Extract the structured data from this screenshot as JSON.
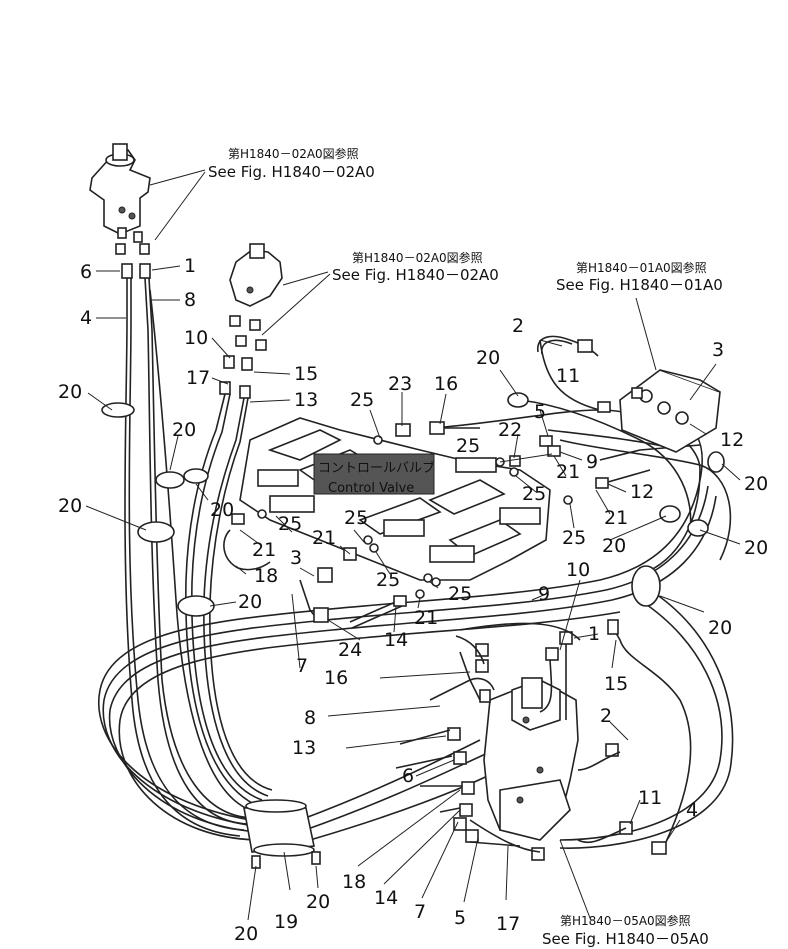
{
  "references": [
    {
      "id": "ref-h1840-02a0-a",
      "jp": "第H1840－02A0図参照",
      "en": "See Fig. H1840－02A0"
    },
    {
      "id": "ref-h1840-02a0-b",
      "jp": "第H1840－02A0図参照",
      "en": "See Fig. H1840－02A0"
    },
    {
      "id": "ref-h1840-01a0",
      "jp": "第H1840－01A0図参照",
      "en": "See Fig. H1840－01A0"
    },
    {
      "id": "ref-h1840-05a0",
      "jp": "第H1840－05A0図参照",
      "en": "See Fig. H1840－05A0"
    }
  ],
  "control_valve": {
    "jp": "コントロールバルブ",
    "en": "Control Valve"
  },
  "callouts": [
    "1",
    "2",
    "3",
    "4",
    "5",
    "6",
    "7",
    "8",
    "9",
    "10",
    "11",
    "12",
    "13",
    "14",
    "15",
    "16",
    "17",
    "18",
    "19",
    "20",
    "21",
    "22",
    "23",
    "24",
    "25"
  ]
}
